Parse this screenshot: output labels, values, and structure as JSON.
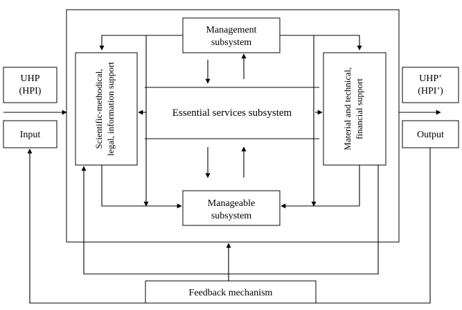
{
  "diagram": {
    "input_top": {
      "line1": "UHP",
      "line2": "(HPI)"
    },
    "input": "Input",
    "output_top": {
      "line1": "UHP’",
      "line2": "(HPI’)"
    },
    "output": "Output",
    "management": {
      "line1": "Management",
      "line2": "subsystem"
    },
    "essential": "Essential services subsystem",
    "manageable": {
      "line1": "Manageable",
      "line2": "subsystem"
    },
    "scientific": {
      "line1": "Scientific-methodical,",
      "line2": "legal, information support"
    },
    "material": {
      "line1": "Material and technical,",
      "line2": "financial support"
    },
    "feedback": "Feedback mechanism"
  }
}
